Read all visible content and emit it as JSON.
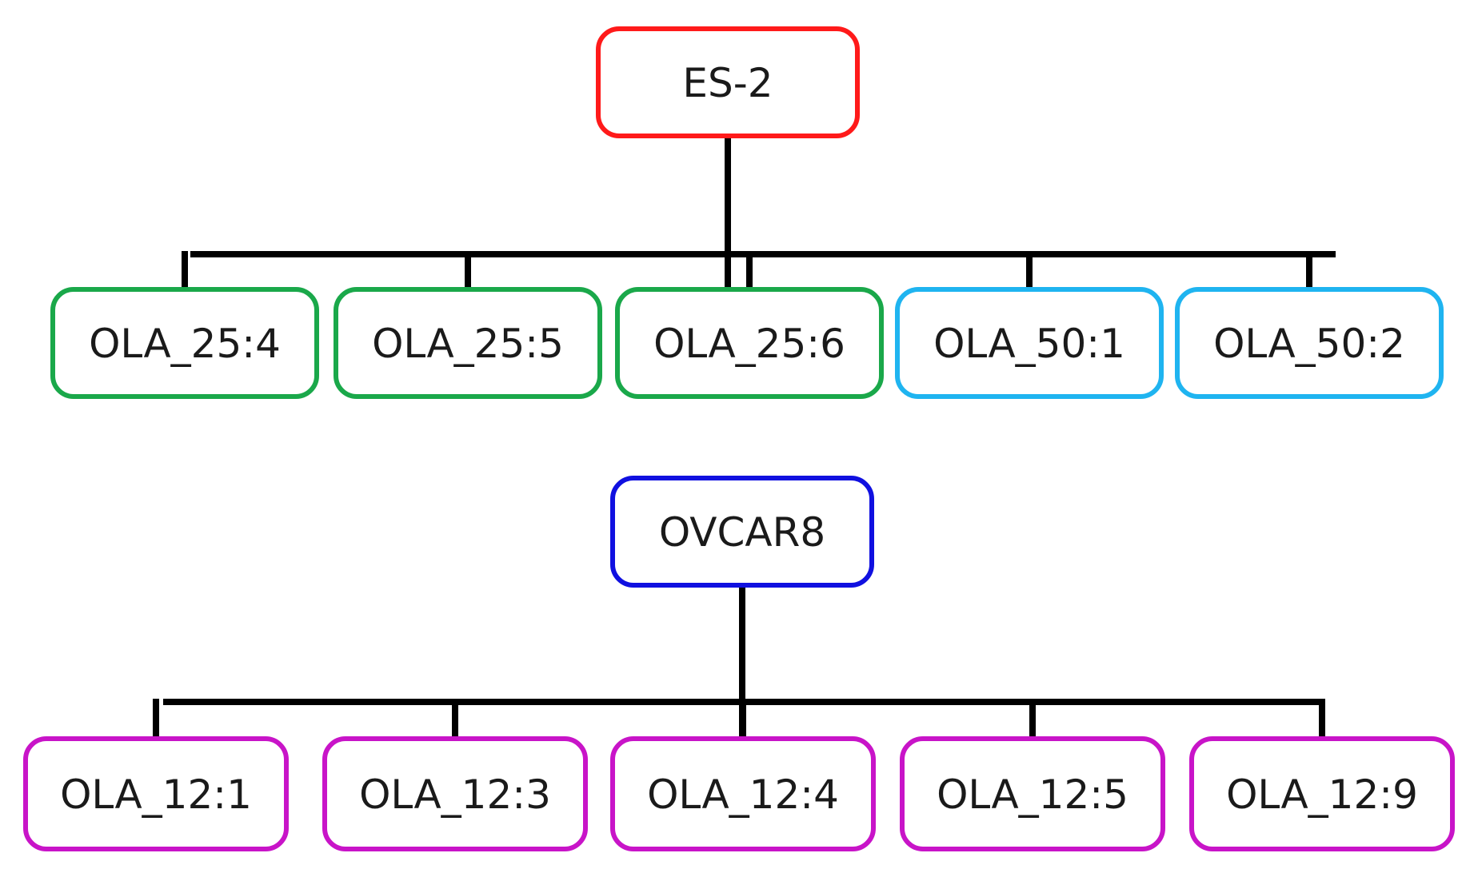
{
  "trees": [
    {
      "id": "es2",
      "root": {
        "label": "ES-2",
        "color": "#ff1a1a"
      },
      "children": [
        {
          "label": "OLA_25:4",
          "color": "#1aa84a"
        },
        {
          "label": "OLA_25:5",
          "color": "#1aa84a"
        },
        {
          "label": "OLA_25:6",
          "color": "#1aa84a"
        },
        {
          "label": "OLA_50:1",
          "color": "#1fb4f0"
        },
        {
          "label": "OLA_50:2",
          "color": "#1fb4f0"
        }
      ]
    },
    {
      "id": "ovcar8",
      "root": {
        "label": "OVCAR8",
        "color": "#1010e0"
      },
      "children": [
        {
          "label": "OLA_12:1",
          "color": "#c814c8"
        },
        {
          "label": "OLA_12:3",
          "color": "#c814c8"
        },
        {
          "label": "OLA_12:4",
          "color": "#c814c8"
        },
        {
          "label": "OLA_12:5",
          "color": "#c814c8"
        },
        {
          "label": "OLA_12:9",
          "color": "#c814c8"
        }
      ]
    }
  ]
}
